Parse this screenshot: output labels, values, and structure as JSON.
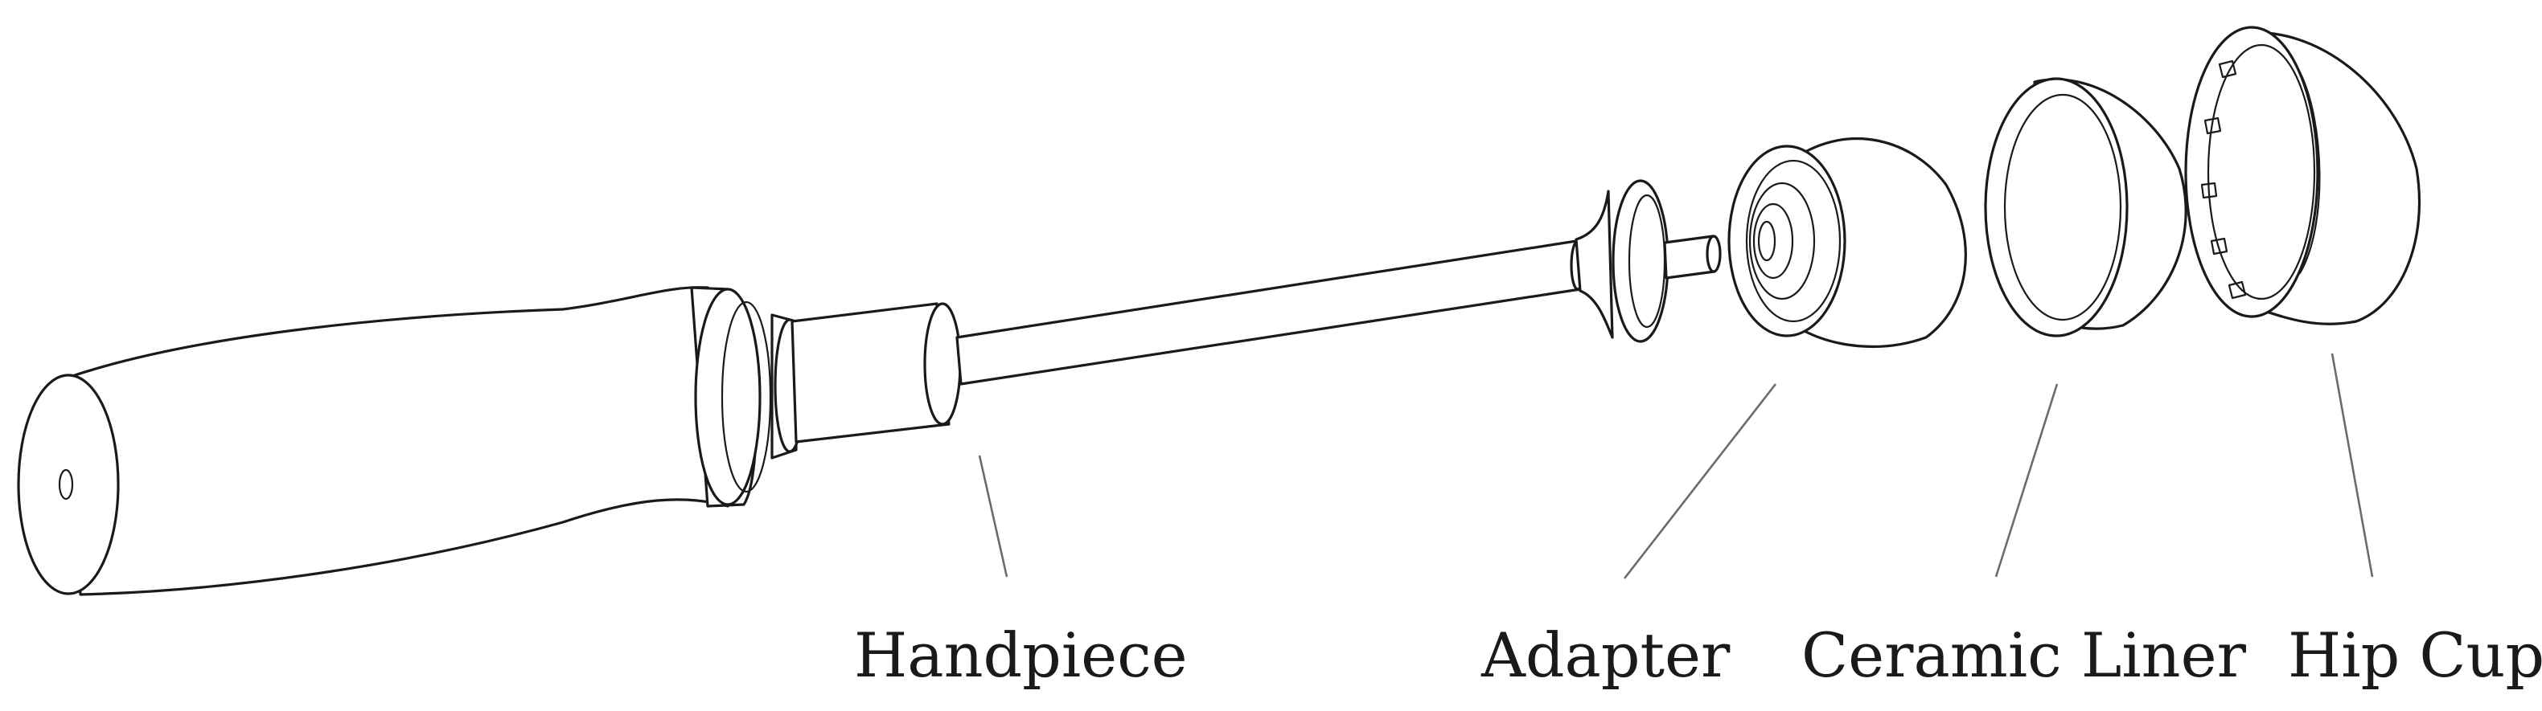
{
  "labels": {
    "handpiece": "Handpiece",
    "adapter": "Adapter",
    "ceramic_liner": "Ceramic Liner",
    "hip_cup": "Hip Cup"
  }
}
